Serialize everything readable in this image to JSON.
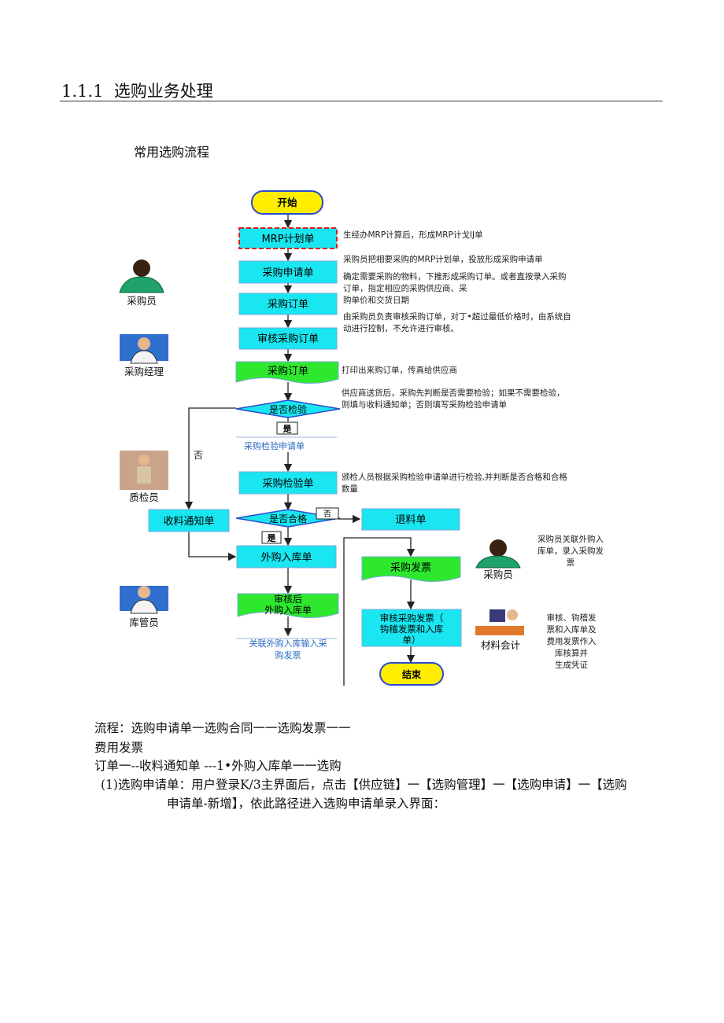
{
  "section": {
    "number": "1.1.1",
    "title": "选购业务处理"
  },
  "subtitle": "常用选购流程",
  "flow": {
    "start": "开始",
    "mrp": "MRP计划单",
    "purchase_request": "采购申请单",
    "purchase_order": "采购订单",
    "audit_order": "审核采购订单",
    "order_doc": "采购订单",
    "decision_check": "是否检验",
    "yes": "是",
    "no": "否",
    "inspection_request": "采购检验申请单",
    "inspection_doc": "采购检验单",
    "decision_pass": "是否合格",
    "receipt_notice": "收料通知单",
    "return_doc": "退料单",
    "inbound": "外购入库单",
    "audited_inbound_1": "审核后",
    "audited_inbound_2": "外购入库单",
    "link_note_1": "关联外购入库输入采",
    "link_note_2": "购发票",
    "invoice": "采购发票",
    "audit_invoice_1": "审核采购发票（",
    "audit_invoice_2": "钩稽发票和入库",
    "audit_invoice_3": "单）",
    "end": "结束"
  },
  "roles": {
    "buyer": "采购员",
    "manager": "采购经理",
    "qc": "质检员",
    "warehouse": "库管员",
    "buyer2": "采购员",
    "accountant": "材料会计"
  },
  "notes": {
    "n1": "生经办MRP计算后，形成MRP计戈IJ单",
    "n2": "采购员把相要采购的MRP计划单，投放形成采购申请单",
    "n3a": "确定需要采购的物料，下推形成采购订单。或者直按录入采购",
    "n3b": "订单，指定相应的采购供应商、采",
    "n3c": "购单价和交货日期",
    "n4a": "由采购员负责审核采购订单，对丁•超过最低价格时，由系统自",
    "n4b": "动进行控制，不允许进行审核。",
    "n5": "打印出来购订单，传真给供应商",
    "n6a": "供应商送货后，采购先判断是否需要检验；如果不需要检验，",
    "n6b": "则填与收料通知单；否则填写采购检验申请单",
    "n7a": "颁检人员根据采购检验申请单进行检验,并判断是否合格和合格",
    "n7b": "数量",
    "n8a": "采购员关联外购入",
    "n8b": "库单，录入采购发",
    "n8c": "票",
    "n9a": "审核、钩稽发",
    "n9b": "票和入库单及",
    "n9c": "费用发票作入",
    "n9d": "库核算并",
    "n9e": "生成凭证"
  },
  "body": {
    "line1": "流程：选购申请单一选购合同一一选购发票一一",
    "line2": "费用发票",
    "line3": "订单一--收料通知单 ---1•外购入库单一一选购",
    "line4": "(1)选购申请单：用户登录K/3主界面后，点击【供应链】一【选购管理】一【选购申请】一【选购",
    "line5": "申请单-新增】，依此路径进入选购申请单录入界面："
  },
  "colors": {
    "cyan_box": "#19e6f0",
    "green_doc": "#2ee82e",
    "start_fill": "#ffee00",
    "dashed_border": "#e02020",
    "arrow": "#222222"
  }
}
